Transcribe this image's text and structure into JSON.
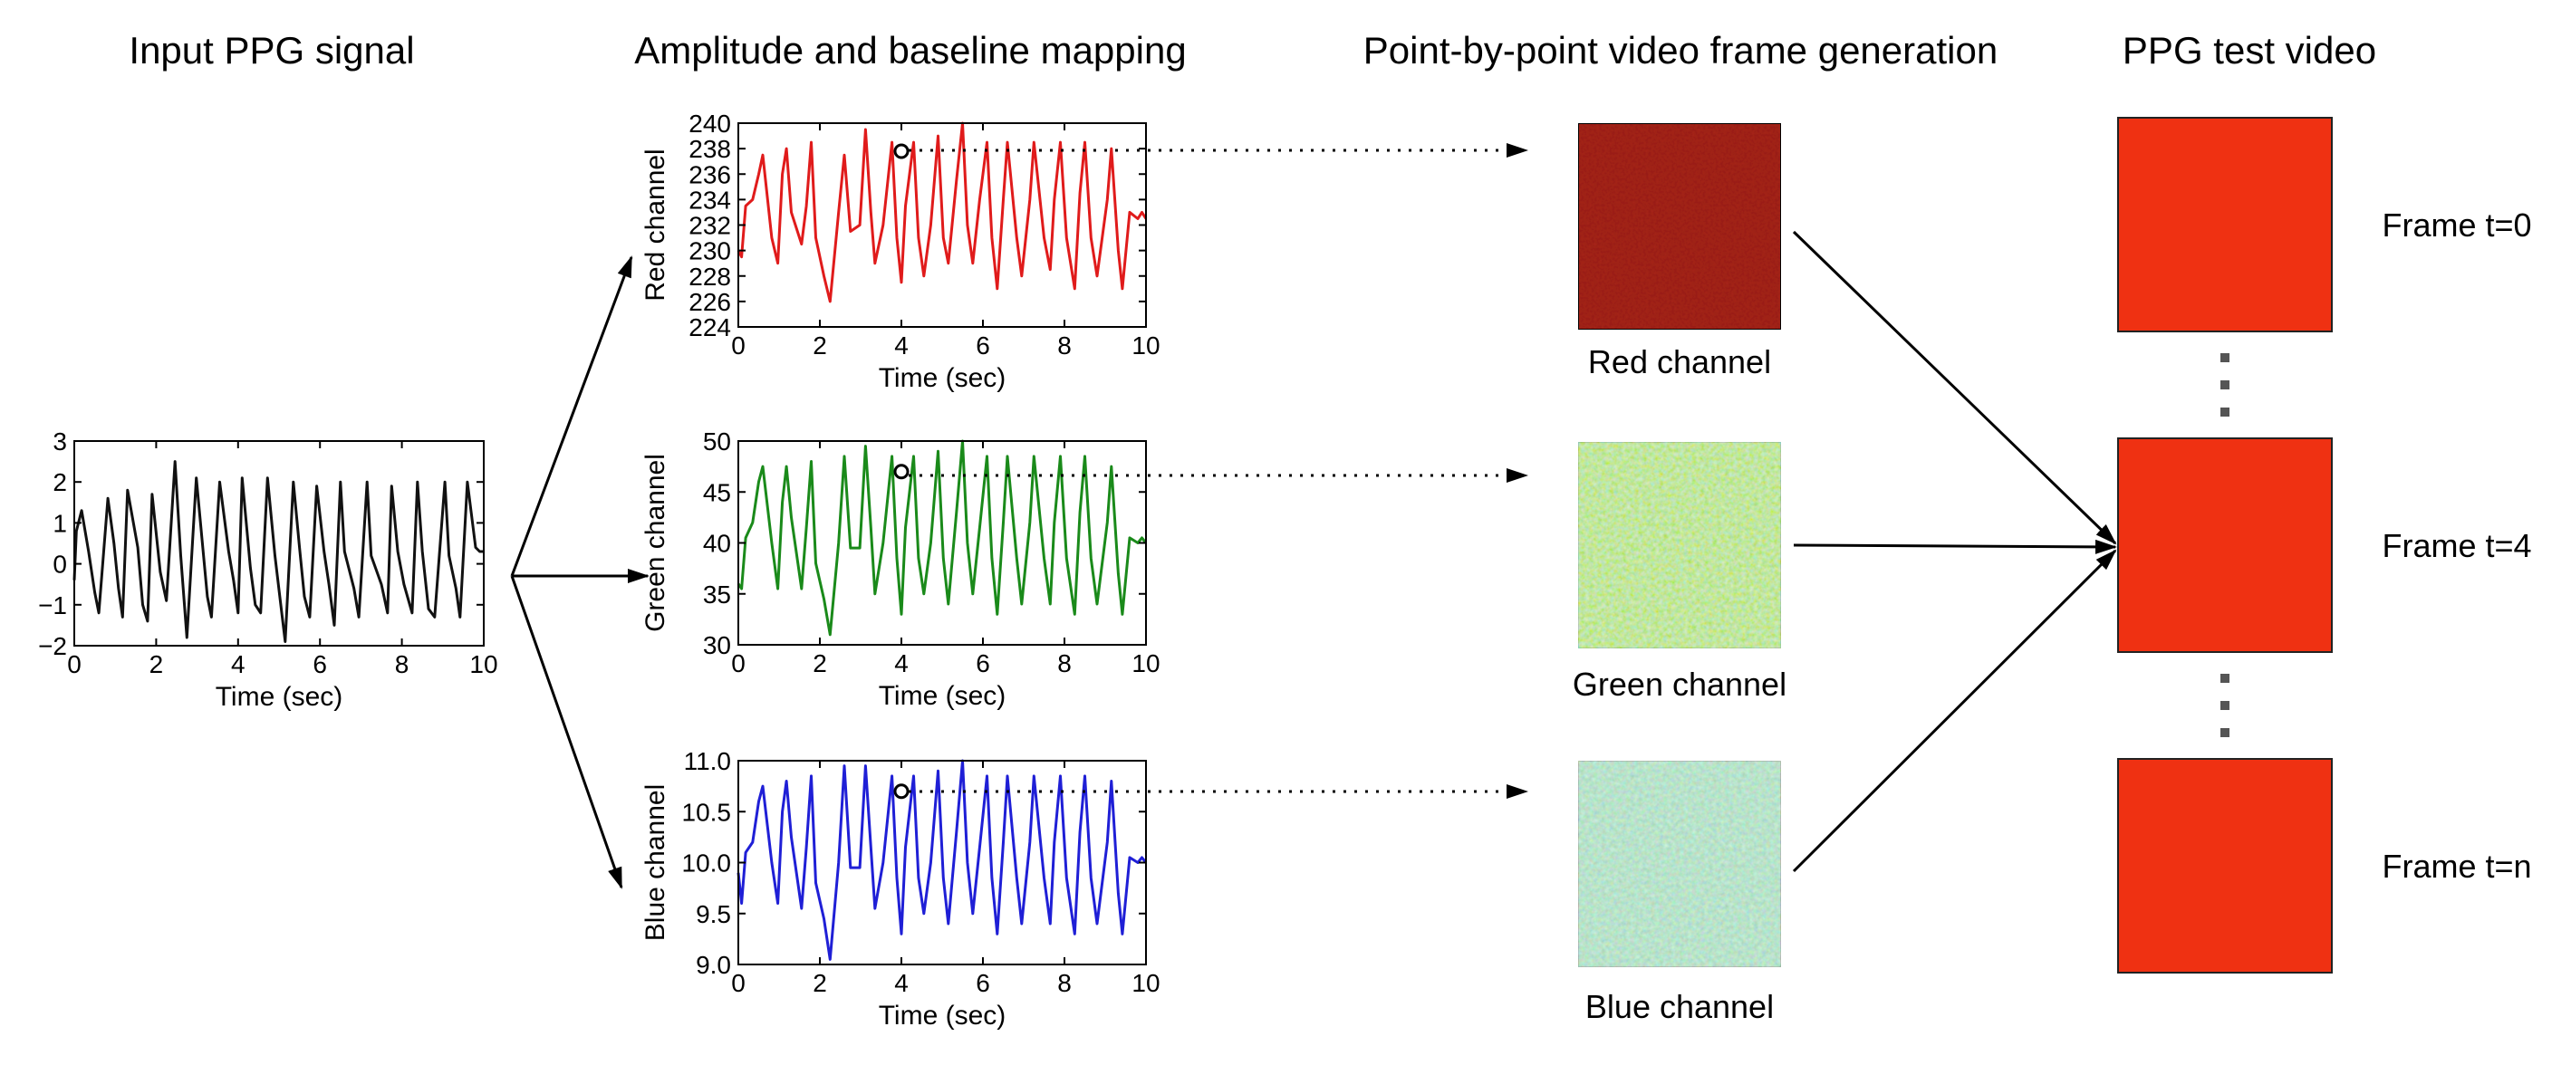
{
  "headings": {
    "input": "Input PPG signal",
    "mapping": "Amplitude and baseline mapping",
    "generation": "Point-by-point video frame generation",
    "output": "PPG test video"
  },
  "colors": {
    "input": "#111111",
    "red": "#e01b1b",
    "green": "#1a8a1a",
    "blue": "#1f1fd6",
    "red_tile": "#a8221a",
    "green_tile_base": "#b9e63f",
    "blue_tile_base": "#7ee8b6",
    "video_frame": "#ef3112"
  },
  "chart_data": [
    {
      "id": "input",
      "type": "line",
      "xlabel": "Time (sec)",
      "ylabel": "",
      "xlim": [
        0,
        10
      ],
      "ylim": [
        -2,
        3
      ],
      "xticks": [
        "0",
        "2",
        "4",
        "6",
        "8",
        "10"
      ],
      "yticks": [
        "3",
        "2",
        "1",
        "0",
        "−1",
        "−2"
      ],
      "series": [
        {
          "x": [
            0,
            0.05,
            0.18,
            0.35,
            0.5,
            0.6,
            0.82,
            0.97,
            1.08,
            1.18,
            1.3,
            1.55,
            1.67,
            1.79,
            1.9,
            2.1,
            2.25,
            2.46,
            2.6,
            2.75,
            2.98,
            3.12,
            3.25,
            3.35,
            3.55,
            3.77,
            3.89,
            4.0,
            4.1,
            4.3,
            4.42,
            4.55,
            4.72,
            4.9,
            5.03,
            5.15,
            5.35,
            5.5,
            5.62,
            5.75,
            5.92,
            6.1,
            6.22,
            6.35,
            6.5,
            6.6,
            6.83,
            6.95,
            7.15,
            7.25,
            7.5,
            7.65,
            7.75,
            7.9,
            8.05,
            8.25,
            8.38,
            8.5,
            8.65,
            8.8,
            9.05,
            9.15,
            9.32,
            9.42,
            9.6,
            9.8,
            9.9,
            10.0
          ],
          "y": [
            -0.4,
            0.8,
            1.3,
            0.3,
            -0.7,
            -1.2,
            1.6,
            0.5,
            -0.6,
            -1.3,
            1.8,
            0.4,
            -1.0,
            -1.4,
            1.7,
            -0.2,
            -0.9,
            2.5,
            0.2,
            -1.8,
            2.1,
            0.6,
            -0.8,
            -1.3,
            2.0,
            0.3,
            -0.4,
            -1.2,
            2.1,
            -0.1,
            -1.0,
            -1.2,
            2.1,
            0.2,
            -0.9,
            -1.9,
            2.0,
            0.4,
            -0.8,
            -1.3,
            1.9,
            0.3,
            -0.5,
            -1.5,
            2.0,
            0.3,
            -0.6,
            -1.3,
            2.0,
            0.2,
            -0.5,
            -1.2,
            1.9,
            0.3,
            -0.5,
            -1.2,
            2.0,
            0.3,
            -1.1,
            -1.3,
            2.0,
            0.2,
            -0.6,
            -1.3,
            2.0,
            0.4,
            0.3,
            0.3
          ]
        }
      ]
    },
    {
      "id": "red",
      "type": "line",
      "xlabel": "Time (sec)",
      "ylabel": "Red channel",
      "xlim": [
        0,
        10
      ],
      "ylim": [
        224,
        240
      ],
      "xticks": [
        "0",
        "2",
        "4",
        "6",
        "8",
        "10"
      ],
      "yticks": [
        "240",
        "238",
        "236",
        "234",
        "232",
        "230",
        "228",
        "226",
        "224"
      ],
      "marker": {
        "x": 4,
        "y": 237.8
      },
      "series": [
        {
          "x": [
            0,
            0.08,
            0.18,
            0.35,
            0.5,
            0.6,
            0.82,
            0.97,
            1.08,
            1.18,
            1.3,
            1.55,
            1.67,
            1.79,
            1.9,
            2.1,
            2.25,
            2.46,
            2.6,
            2.75,
            2.98,
            3.12,
            3.25,
            3.35,
            3.55,
            3.77,
            3.89,
            4.0,
            4.1,
            4.3,
            4.42,
            4.55,
            4.72,
            4.9,
            5.03,
            5.15,
            5.35,
            5.5,
            5.62,
            5.75,
            5.92,
            6.1,
            6.22,
            6.35,
            6.5,
            6.6,
            6.83,
            6.95,
            7.15,
            7.25,
            7.5,
            7.65,
            7.75,
            7.9,
            8.05,
            8.25,
            8.38,
            8.5,
            8.65,
            8.8,
            9.05,
            9.15,
            9.32,
            9.42,
            9.6,
            9.8,
            9.9,
            10.0
          ],
          "y": [
            230,
            229.5,
            233.5,
            234,
            236,
            237.5,
            231,
            229,
            236,
            238,
            233,
            230.5,
            233.5,
            238.5,
            231,
            228,
            226,
            233,
            237.5,
            231.5,
            232,
            239.5,
            233,
            229,
            232,
            238.5,
            231,
            227.5,
            233.5,
            238.5,
            231,
            228,
            232,
            239,
            231,
            229,
            235.5,
            240,
            232,
            229,
            234,
            238.5,
            231,
            227,
            234,
            238.5,
            231,
            228,
            234,
            238.5,
            231,
            228.5,
            234,
            238.5,
            231,
            227,
            234.5,
            238.5,
            231,
            228,
            234,
            238,
            230,
            227,
            233,
            232.5,
            233,
            232.5
          ]
        }
      ]
    },
    {
      "id": "green",
      "type": "line",
      "xlabel": "Time (sec)",
      "ylabel": "Green channel",
      "xlim": [
        0,
        10
      ],
      "ylim": [
        30,
        50
      ],
      "xticks": [
        "0",
        "2",
        "4",
        "6",
        "8",
        "10"
      ],
      "yticks": [
        "50",
        "45",
        "40",
        "35",
        "30"
      ],
      "marker": {
        "x": 4,
        "y": 47
      },
      "series": [
        {
          "x": [
            0,
            0.08,
            0.18,
            0.35,
            0.5,
            0.6,
            0.82,
            0.97,
            1.08,
            1.18,
            1.3,
            1.55,
            1.67,
            1.79,
            1.9,
            2.1,
            2.25,
            2.46,
            2.6,
            2.75,
            2.98,
            3.12,
            3.25,
            3.35,
            3.55,
            3.77,
            3.89,
            4.0,
            4.1,
            4.3,
            4.42,
            4.55,
            4.72,
            4.9,
            5.03,
            5.15,
            5.35,
            5.5,
            5.62,
            5.75,
            5.92,
            6.1,
            6.22,
            6.35,
            6.5,
            6.6,
            6.83,
            6.95,
            7.15,
            7.25,
            7.5,
            7.65,
            7.75,
            7.9,
            8.05,
            8.25,
            8.38,
            8.5,
            8.65,
            8.8,
            9.05,
            9.15,
            9.32,
            9.42,
            9.6,
            9.8,
            9.9,
            10.0
          ],
          "y": [
            36,
            35.5,
            40.5,
            42,
            46,
            47.5,
            40,
            35.5,
            44,
            47.5,
            42.5,
            35.5,
            41.5,
            48,
            38,
            34.5,
            31,
            40,
            48.5,
            39.5,
            39.5,
            49.5,
            41.5,
            35,
            40,
            48.5,
            38.5,
            33,
            41.5,
            48.5,
            38.5,
            35,
            40,
            49,
            38.5,
            34,
            43,
            50,
            40,
            35,
            41.5,
            48.5,
            38.5,
            33,
            42,
            48.5,
            38.5,
            34,
            42,
            48.5,
            38.5,
            34,
            42,
            48.5,
            38.5,
            33,
            43,
            48.5,
            38.5,
            34,
            42,
            47.5,
            37,
            33,
            40.5,
            40,
            40.5,
            40
          ]
        }
      ]
    },
    {
      "id": "blue",
      "type": "line",
      "xlabel": "Time (sec)",
      "ylabel": "Blue channel",
      "xlim": [
        0,
        10
      ],
      "ylim": [
        9.0,
        11.0
      ],
      "xticks": [
        "0",
        "2",
        "4",
        "6",
        "8",
        "10"
      ],
      "yticks": [
        "11.0",
        "10.5",
        "10.0",
        "9.5",
        "9.0"
      ],
      "marker": {
        "x": 4,
        "y": 10.7
      },
      "series": [
        {
          "x": [
            0,
            0.08,
            0.18,
            0.35,
            0.5,
            0.6,
            0.82,
            0.97,
            1.08,
            1.18,
            1.3,
            1.55,
            1.67,
            1.79,
            1.9,
            2.1,
            2.25,
            2.46,
            2.6,
            2.75,
            2.98,
            3.12,
            3.25,
            3.35,
            3.55,
            3.77,
            3.89,
            4.0,
            4.1,
            4.3,
            4.42,
            4.55,
            4.72,
            4.9,
            5.03,
            5.15,
            5.35,
            5.5,
            5.62,
            5.75,
            5.92,
            6.1,
            6.22,
            6.35,
            6.5,
            6.6,
            6.83,
            6.95,
            7.15,
            7.25,
            7.5,
            7.65,
            7.75,
            7.9,
            8.05,
            8.25,
            8.38,
            8.5,
            8.65,
            8.8,
            9.05,
            9.15,
            9.32,
            9.42,
            9.6,
            9.8,
            9.9,
            10.0
          ],
          "y": [
            9.9,
            9.6,
            10.1,
            10.2,
            10.6,
            10.75,
            10.0,
            9.6,
            10.5,
            10.8,
            10.25,
            9.55,
            10.15,
            10.85,
            9.8,
            9.45,
            9.05,
            10.0,
            10.95,
            9.95,
            9.95,
            10.95,
            10.15,
            9.55,
            10.0,
            10.85,
            9.85,
            9.3,
            10.15,
            10.85,
            9.85,
            9.5,
            10.0,
            10.9,
            9.85,
            9.4,
            10.3,
            11.0,
            10.0,
            9.5,
            10.15,
            10.85,
            9.85,
            9.3,
            10.2,
            10.85,
            9.85,
            9.4,
            10.2,
            10.85,
            9.85,
            9.4,
            10.2,
            10.85,
            9.85,
            9.3,
            10.3,
            10.85,
            9.85,
            9.4,
            10.2,
            10.8,
            9.7,
            9.3,
            10.05,
            10.0,
            10.05,
            10.0
          ]
        }
      ]
    }
  ],
  "tiles": {
    "red": "Red channel",
    "green": "Green channel",
    "blue": "Blue channel"
  },
  "frames": {
    "first": "Frame t=0",
    "middle": "Frame t=4",
    "last": "Frame t=n"
  }
}
